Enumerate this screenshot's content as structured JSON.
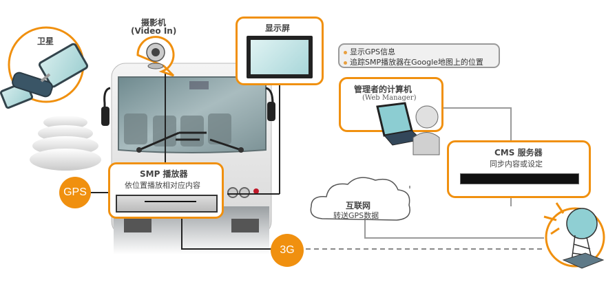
{
  "diagram": {
    "colors": {
      "accent": "#F0900F",
      "line": "#222222",
      "gray_line": "#999999",
      "text": "#444444"
    },
    "satellite": {
      "label": "卫星",
      "icon": "satellite-icon"
    },
    "camera": {
      "label": "摄影机",
      "sublabel": "(Video In)",
      "icon": "webcam-icon"
    },
    "display": {
      "label": "显示屏",
      "icon": "monitor-icon"
    },
    "info_box": {
      "items": [
        "显示GPS信息",
        "追踪SMP播放器在Google地图上的位置"
      ]
    },
    "web_manager": {
      "label": "管理者的计算机",
      "sublabel": "(Web Manager)",
      "icon": "laptop-user-icon"
    },
    "cms_server": {
      "label": "CMS 服务器",
      "sublabel": "同步内容或设定",
      "icon": "rack-server-icon"
    },
    "smp_player": {
      "label": "SMP 播放器",
      "sublabel": "依位置播放相对应内容",
      "icon": "media-player-icon"
    },
    "internet": {
      "label": "互联网",
      "sublabel": "转送GPS数据",
      "icon": "cloud-icon"
    },
    "gps_badge": {
      "label": "GPS"
    },
    "threeg_badge": {
      "label": "3G"
    },
    "tower": {
      "icon": "cell-tower-icon"
    },
    "bus": {
      "icon": "bus-icon"
    }
  }
}
